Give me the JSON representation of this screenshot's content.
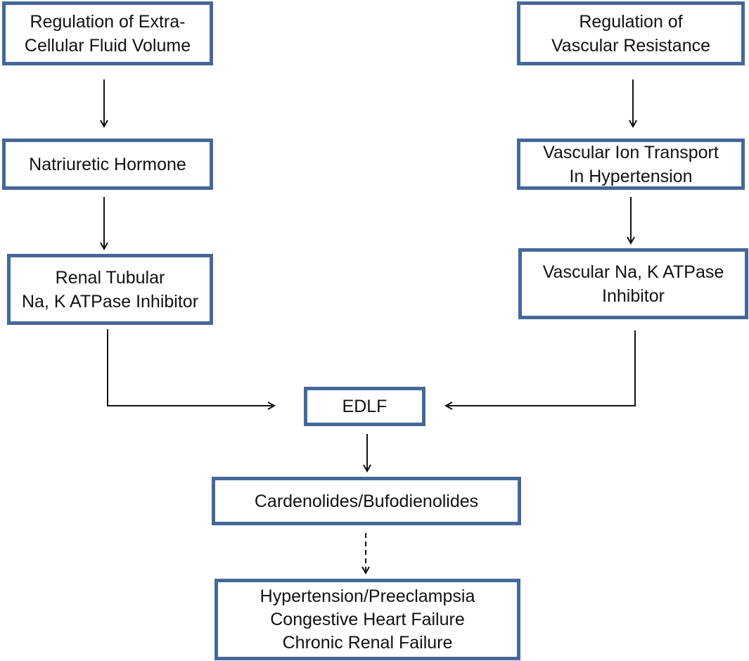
{
  "boxes": {
    "extracellular": {
      "lines": [
        "Regulation of Extra-",
        "Cellular Fluid Volume"
      ]
    },
    "vascular_resistance": {
      "lines": [
        "Regulation of",
        "Vascular Resistance"
      ]
    },
    "natriuretic": {
      "lines": [
        "Natriuretic Hormone"
      ]
    },
    "vascular_ion": {
      "lines": [
        "Vascular Ion Transport",
        "In Hypertension"
      ]
    },
    "renal_inhibitor": {
      "lines": [
        "Renal Tubular",
        "Na, K ATPase Inhibitor"
      ]
    },
    "vascular_inhibitor": {
      "lines": [
        "Vascular Na, K ATPase",
        "Inhibitor"
      ]
    },
    "edlf": {
      "lines": [
        "EDLF"
      ]
    },
    "cardenolides": {
      "lines": [
        "Cardenolides/Bufodienolides"
      ]
    },
    "diseases": {
      "lines": [
        "Hypertension/Preeclampsia",
        "Congestive Heart Failure",
        "Chronic Renal Failure"
      ]
    }
  },
  "colors": {
    "box_border": "#44689a",
    "arrow": "#111111"
  }
}
